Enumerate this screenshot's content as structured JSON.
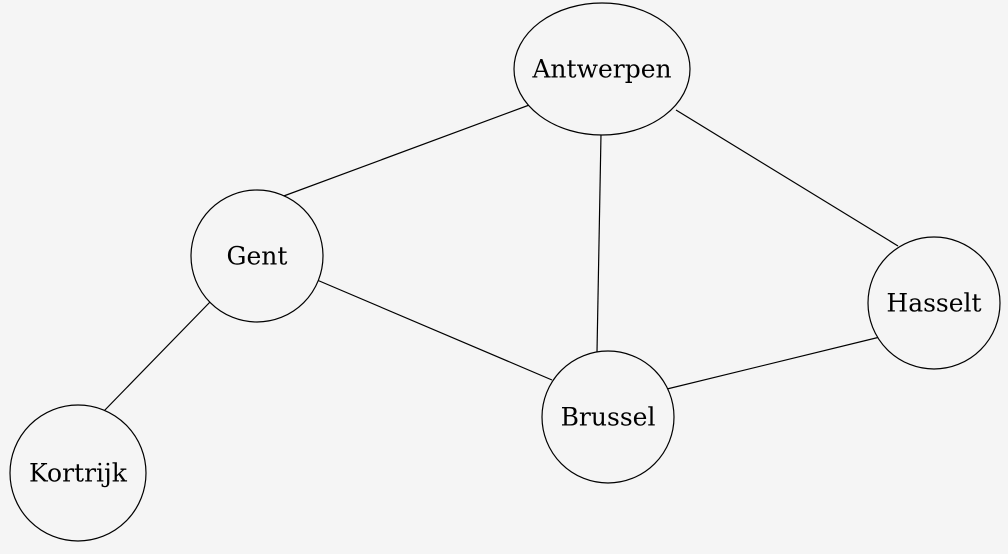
{
  "graph": {
    "nodes": {
      "antwerpen": {
        "label": "Antwerpen"
      },
      "gent": {
        "label": "Gent"
      },
      "hasselt": {
        "label": "Hasselt"
      },
      "brussel": {
        "label": "Brussel"
      },
      "kortrijk": {
        "label": "Kortrijk"
      }
    },
    "edges": [
      {
        "from": "antwerpen",
        "to": "gent"
      },
      {
        "from": "antwerpen",
        "to": "brussel"
      },
      {
        "from": "antwerpen",
        "to": "hasselt"
      },
      {
        "from": "gent",
        "to": "brussel"
      },
      {
        "from": "gent",
        "to": "kortrijk"
      },
      {
        "from": "brussel",
        "to": "hasselt"
      }
    ]
  }
}
